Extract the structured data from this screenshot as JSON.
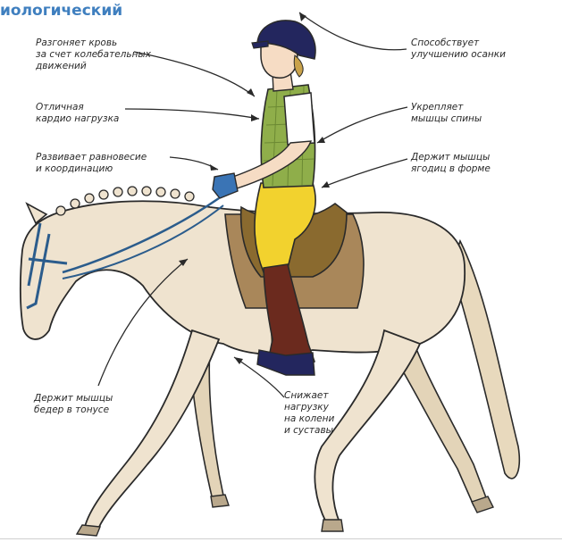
{
  "title": "иологический",
  "annotations": {
    "blood": [
      "Разгоняет кровь",
      "за счет колебательных",
      "движений"
    ],
    "cardio": [
      "Отличная",
      "кардио нагрузка"
    ],
    "balance": [
      "Развивает равновесие",
      "и координацию"
    ],
    "thigh": [
      "Держит мышцы",
      "бедер в тонусе"
    ],
    "knee": [
      "Снижает",
      "нагрузку",
      "на колени",
      "и суставы"
    ],
    "posture": [
      "Способствует",
      "улучшению осанки"
    ],
    "back": [
      "Укрепляет",
      "мышцы спины"
    ],
    "glutes": [
      "Держит мышцы",
      "ягодиц в форме"
    ]
  },
  "colors": {
    "title": "#3f7fbf",
    "horse": "#efe3cf",
    "saddle": "#8a6a2f",
    "breeches": "#f2d22e",
    "boots": "#6b2a1e",
    "helmet": "#23265e",
    "vest": "#8fae4a"
  }
}
